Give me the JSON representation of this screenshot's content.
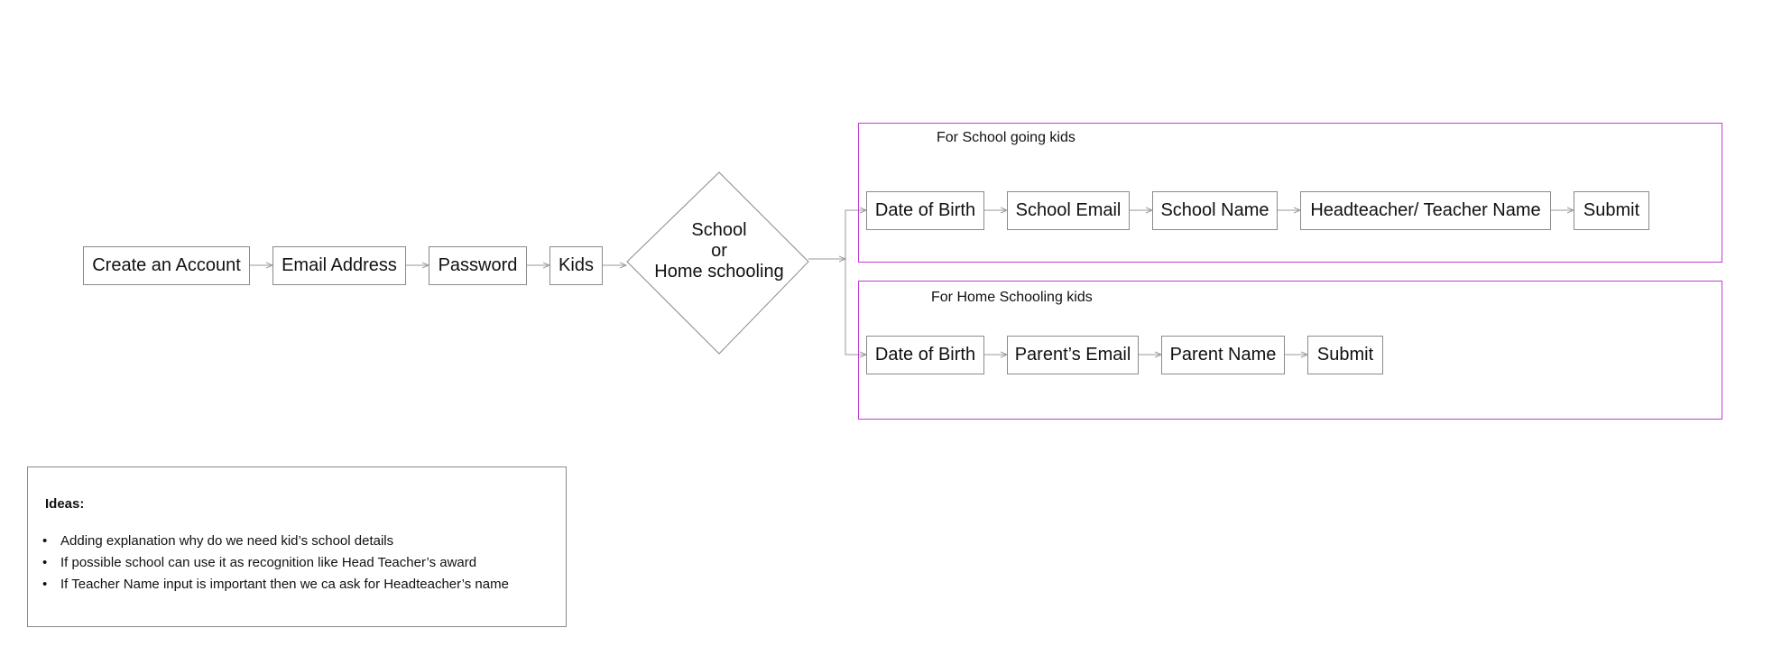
{
  "flow": {
    "create_account": "Create an Account",
    "email_address": "Email Address",
    "password": "Password",
    "kids": "Kids",
    "decision": {
      "line1": "School",
      "line2": "or",
      "line3": "Home schooling"
    }
  },
  "school_group": {
    "title": "For School going kids",
    "steps": [
      "Date of Birth",
      "School Email",
      "School Name",
      "Headteacher/ Teacher Name",
      "Submit"
    ]
  },
  "home_group": {
    "title": "For Home Schooling kids",
    "steps": [
      "Date of Birth",
      "Parent’s Email",
      "Parent Name",
      "Submit"
    ]
  },
  "ideas": {
    "title": "Ideas:",
    "items": [
      "Adding explanation why do we need kid’s school details",
      "If possible school can use it as recognition like Head Teacher’s award",
      "If Teacher Name input is important then we ca ask for Headteacher’s name"
    ]
  },
  "colors": {
    "group_border": "#c23bd4",
    "node_border": "#8a8a8a",
    "connector": "#9a9a9a"
  }
}
